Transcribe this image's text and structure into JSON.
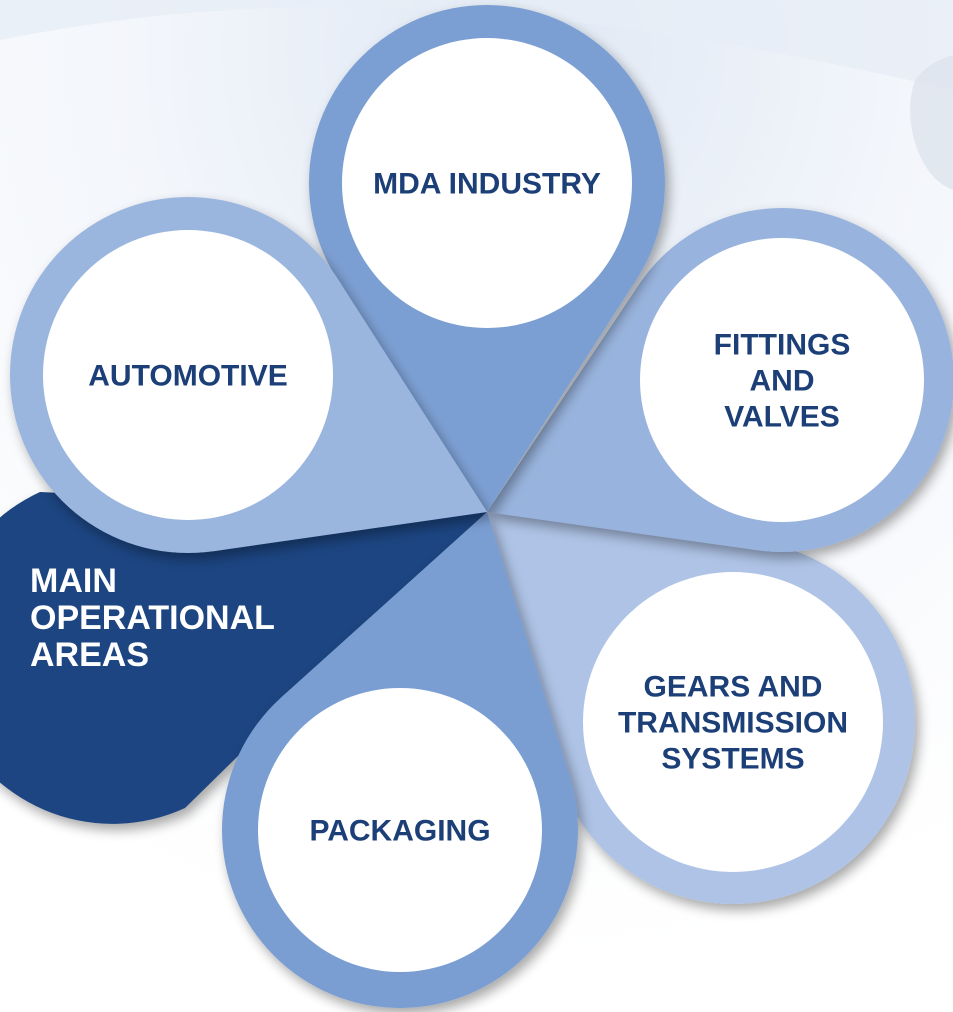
{
  "diagram": {
    "center_label": [
      "MAIN",
      "OPERATIONAL",
      "AREAS"
    ],
    "areas": [
      {
        "name": "mda-industry",
        "lines": [
          "MDA INDUSTRY"
        ]
      },
      {
        "name": "fittings-and-valves",
        "lines": [
          "FITTINGS",
          "AND",
          "VALVES"
        ]
      },
      {
        "name": "gears-and-transmission-systems",
        "lines": [
          "GEARS AND",
          "TRANSMISSION",
          "SYSTEMS"
        ]
      },
      {
        "name": "packaging",
        "lines": [
          "PACKAGING"
        ]
      },
      {
        "name": "automotive",
        "lines": [
          "AUTOMOTIVE"
        ]
      }
    ],
    "colors": {
      "dark_navy": "#1c4581",
      "label_text": "#1c3f78",
      "petal_mda": "#7b9fd3",
      "petal_fittings": "#98b3dd",
      "petal_gears": "#aec3e6",
      "petal_packaging": "#7a9dd2",
      "petal_automotive": "#9ab5de",
      "inner_circle": "#ffffff",
      "center_text": "#ffffff"
    }
  }
}
